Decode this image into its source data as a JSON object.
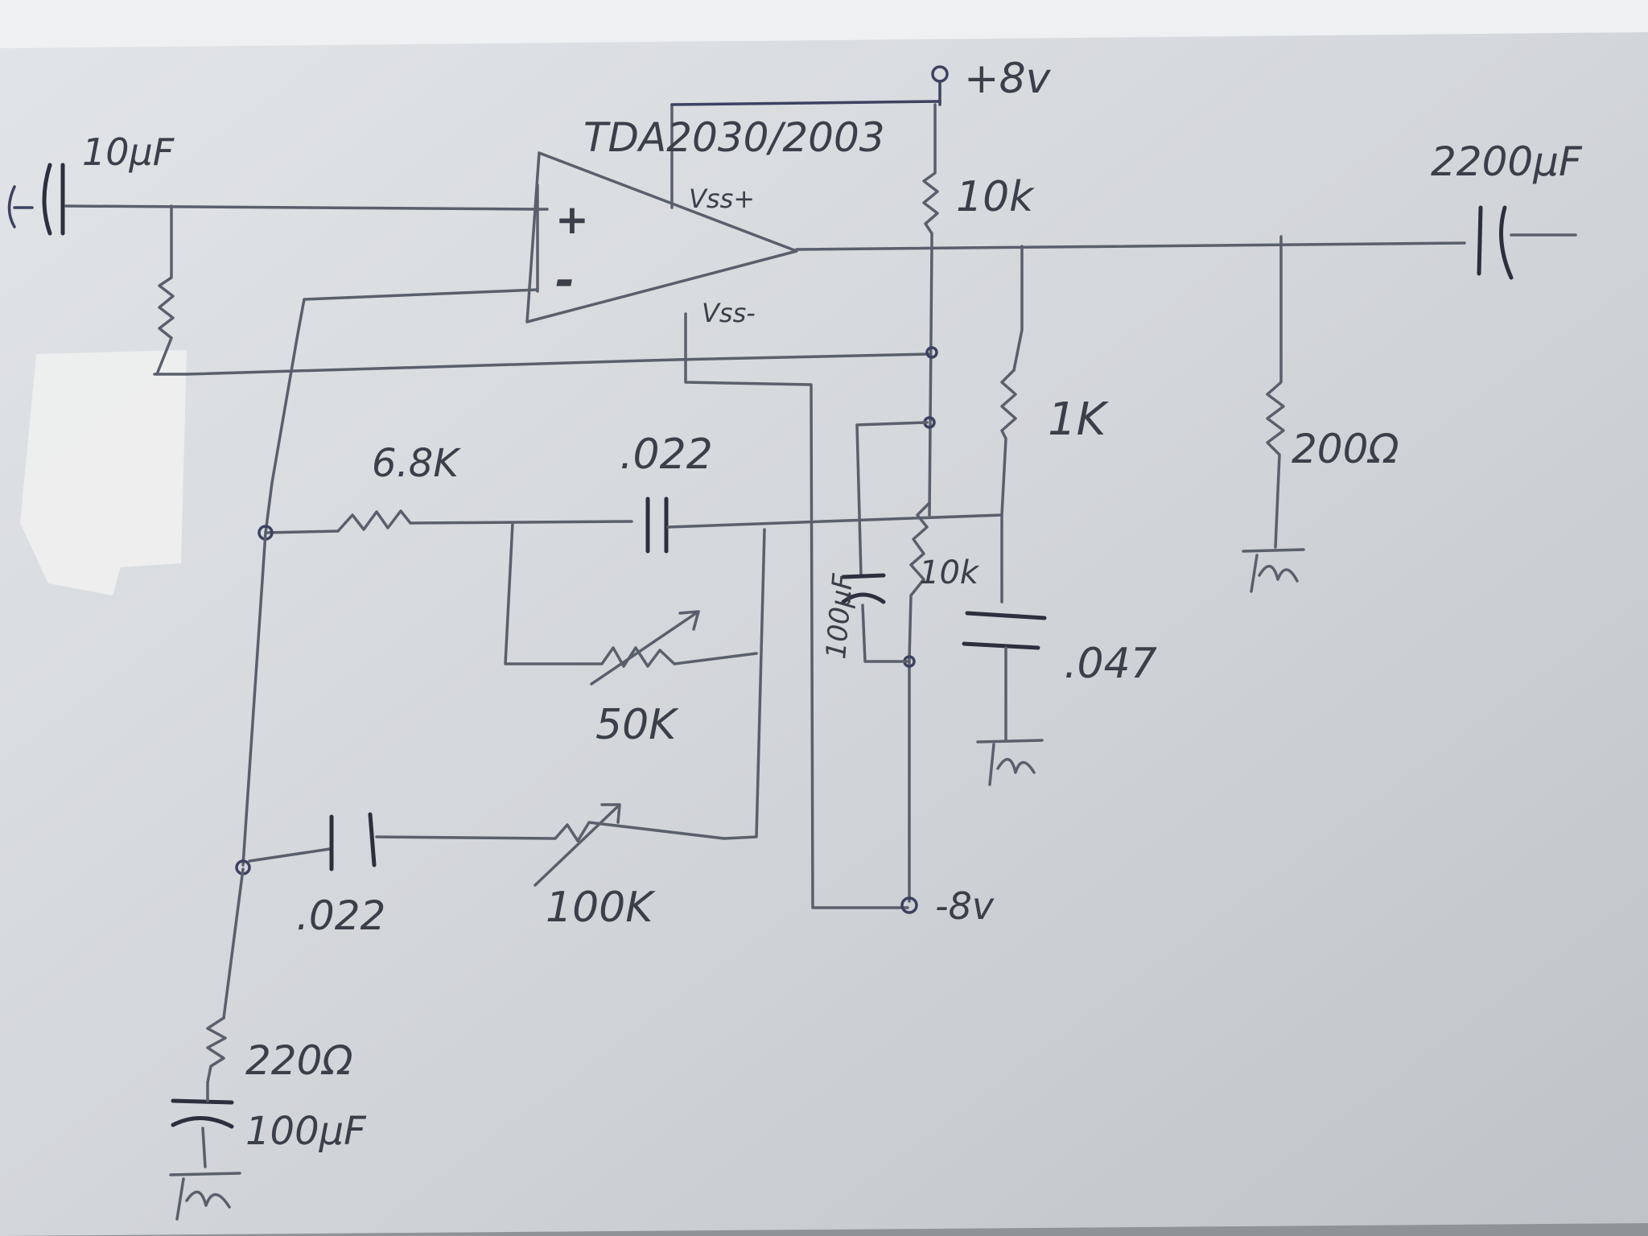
{
  "title": "TDA2030/2003",
  "rails": {
    "positive": "+8v",
    "negative": "-8v"
  },
  "opamp": {
    "plus": "+",
    "minus": "-",
    "vss_plus": "Vss+",
    "vss_minus": "Vss-"
  },
  "components": {
    "input_cap": "10µF",
    "output_cap": "2200µF",
    "r_supply_top": "10k",
    "r_supply_bottom": "10k",
    "r_1k": "1K",
    "r_load": "200Ω",
    "r_68k": "6.8K",
    "c_022_top": ".022",
    "pot_50k": "50K",
    "c_022_bottom": ".022",
    "pot_100k": "100K",
    "c_047": ".047",
    "c_100u_mid": "100µF",
    "r_220": "220Ω",
    "c_100u_bottom": "100µF"
  },
  "colors": {
    "paper": "#d5d8dc",
    "pencil": "#5a5f6c",
    "ink": "#3c4260"
  }
}
